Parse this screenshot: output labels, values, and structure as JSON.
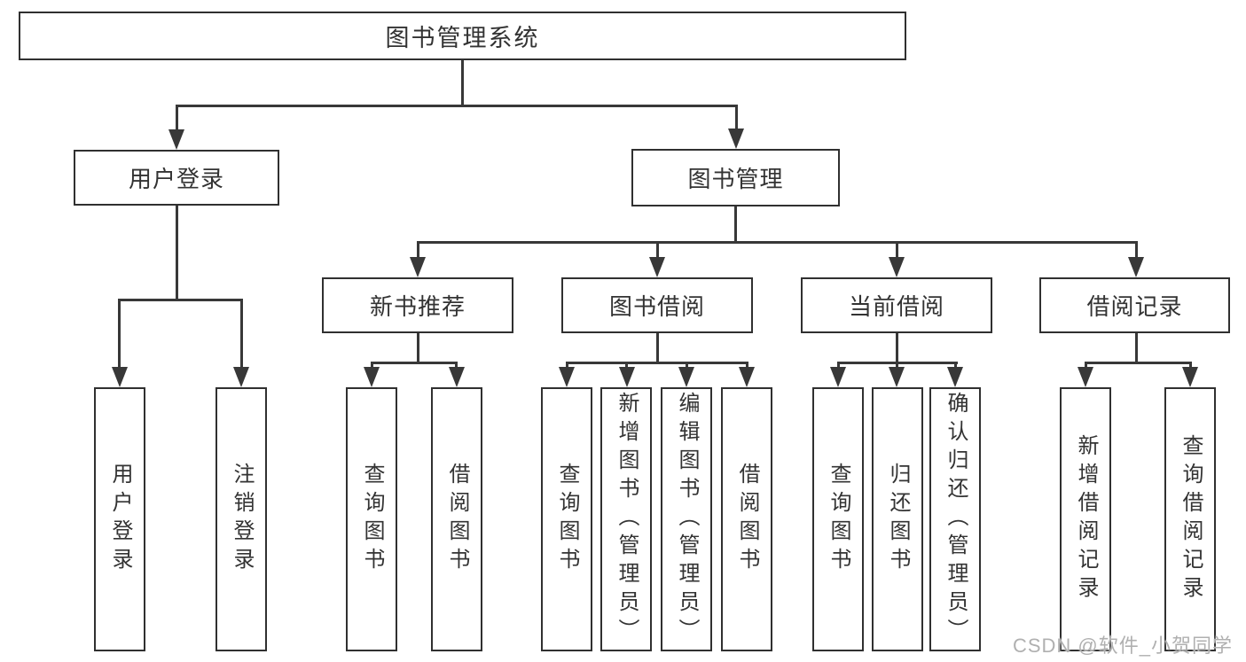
{
  "colors": {
    "line": "#383838",
    "border": "#303030",
    "fill": "#ffffff",
    "text": "#333333",
    "watermark": "#b0b0b0",
    "background": "#ffffff"
  },
  "watermark": {
    "text": "CSDN @软件_小贺同学"
  },
  "nodes": {
    "root": {
      "label": "图书管理系统"
    },
    "branches": [
      {
        "label": "用户登录"
      },
      {
        "label": "图书管理"
      }
    ],
    "modules": [
      {
        "label": "新书推荐",
        "parent": "图书管理"
      },
      {
        "label": "图书借阅",
        "parent": "图书管理"
      },
      {
        "label": "当前借阅",
        "parent": "图书管理"
      },
      {
        "label": "借阅记录",
        "parent": "图书管理"
      }
    ],
    "leaves": [
      {
        "label": "用户登录",
        "parent": "用户登录"
      },
      {
        "label": "注销登录",
        "parent": "用户登录"
      },
      {
        "label": "查询图书",
        "parent": "新书推荐"
      },
      {
        "label": "借阅图书",
        "parent": "新书推荐"
      },
      {
        "label": "查询图书",
        "parent": "图书借阅"
      },
      {
        "label": "新增图书（管理员）",
        "parent": "图书借阅"
      },
      {
        "label": "编辑图书（管理员）",
        "parent": "图书借阅"
      },
      {
        "label": "借阅图书",
        "parent": "图书借阅"
      },
      {
        "label": "查询图书",
        "parent": "当前借阅"
      },
      {
        "label": "归还图书",
        "parent": "当前借阅"
      },
      {
        "label": "确认归还（管理员）",
        "parent": "当前借阅"
      },
      {
        "label": "新增借阅记录",
        "parent": "借阅记录"
      },
      {
        "label": "查询借阅记录",
        "parent": "借阅记录"
      }
    ]
  }
}
